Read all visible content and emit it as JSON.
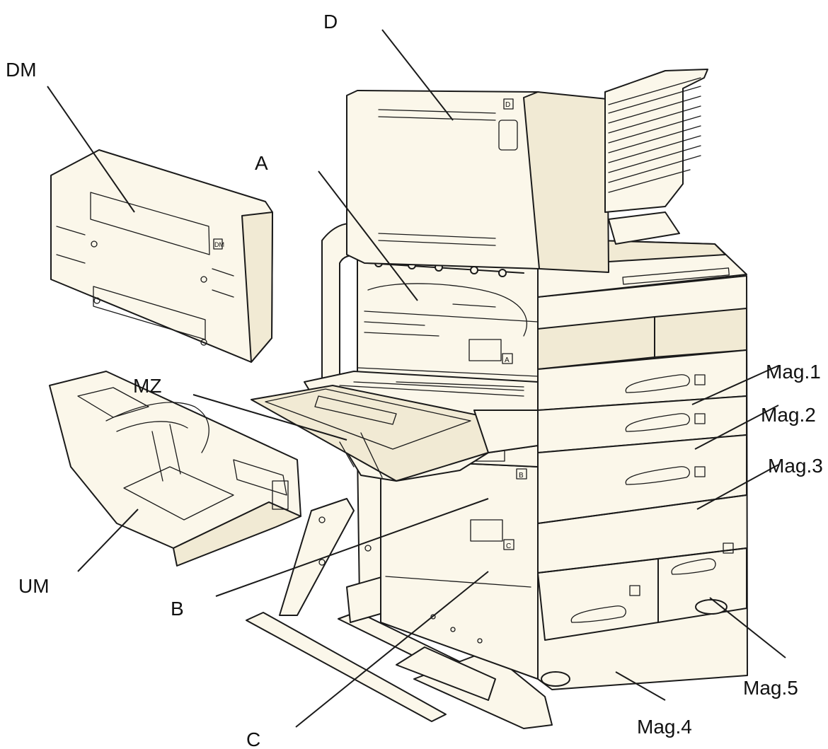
{
  "labels": {
    "D": "D",
    "DM": "DM",
    "A": "A",
    "MZ": "MZ",
    "UM": "UM",
    "B": "B",
    "C": "C",
    "mag1": "Mag.1",
    "mag2": "Mag.2",
    "mag3": "Mag.3",
    "mag4": "Mag.4",
    "mag5": "Mag.5"
  },
  "panel_marks": {
    "D": "D",
    "DM": "DM",
    "A": "A",
    "B": "B",
    "C": "C"
  },
  "colors": {
    "line": "#1a1a1a",
    "body": "#fbf7ea",
    "shade": "#f1ead4"
  }
}
